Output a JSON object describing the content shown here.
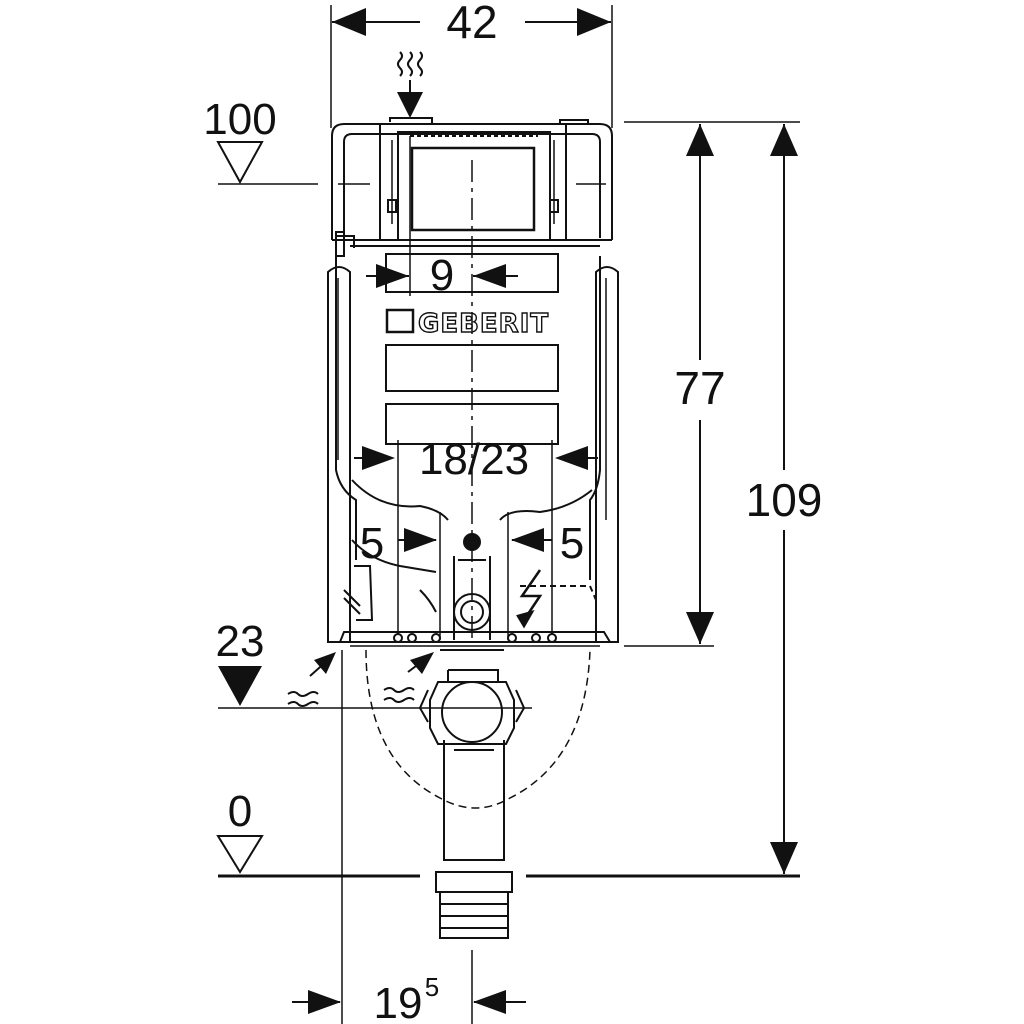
{
  "brand": {
    "name": "GEBERIT"
  },
  "dimensions": {
    "width_total": "42",
    "height_upper": "77",
    "height_total": "109",
    "actuator_width": "9",
    "support_spacing": "18/23",
    "left_offset": "5",
    "right_offset": "5",
    "bottom_offset_base": "19",
    "bottom_offset_sup": "5"
  },
  "levels": {
    "top": "100",
    "middle": "23",
    "floor": "0"
  },
  "colors": {
    "line": "#111111",
    "background": "#ffffff"
  },
  "icons": [
    "water-inlet-icon",
    "electric-icon",
    "level-marker-icon",
    "arrow-icon"
  ]
}
